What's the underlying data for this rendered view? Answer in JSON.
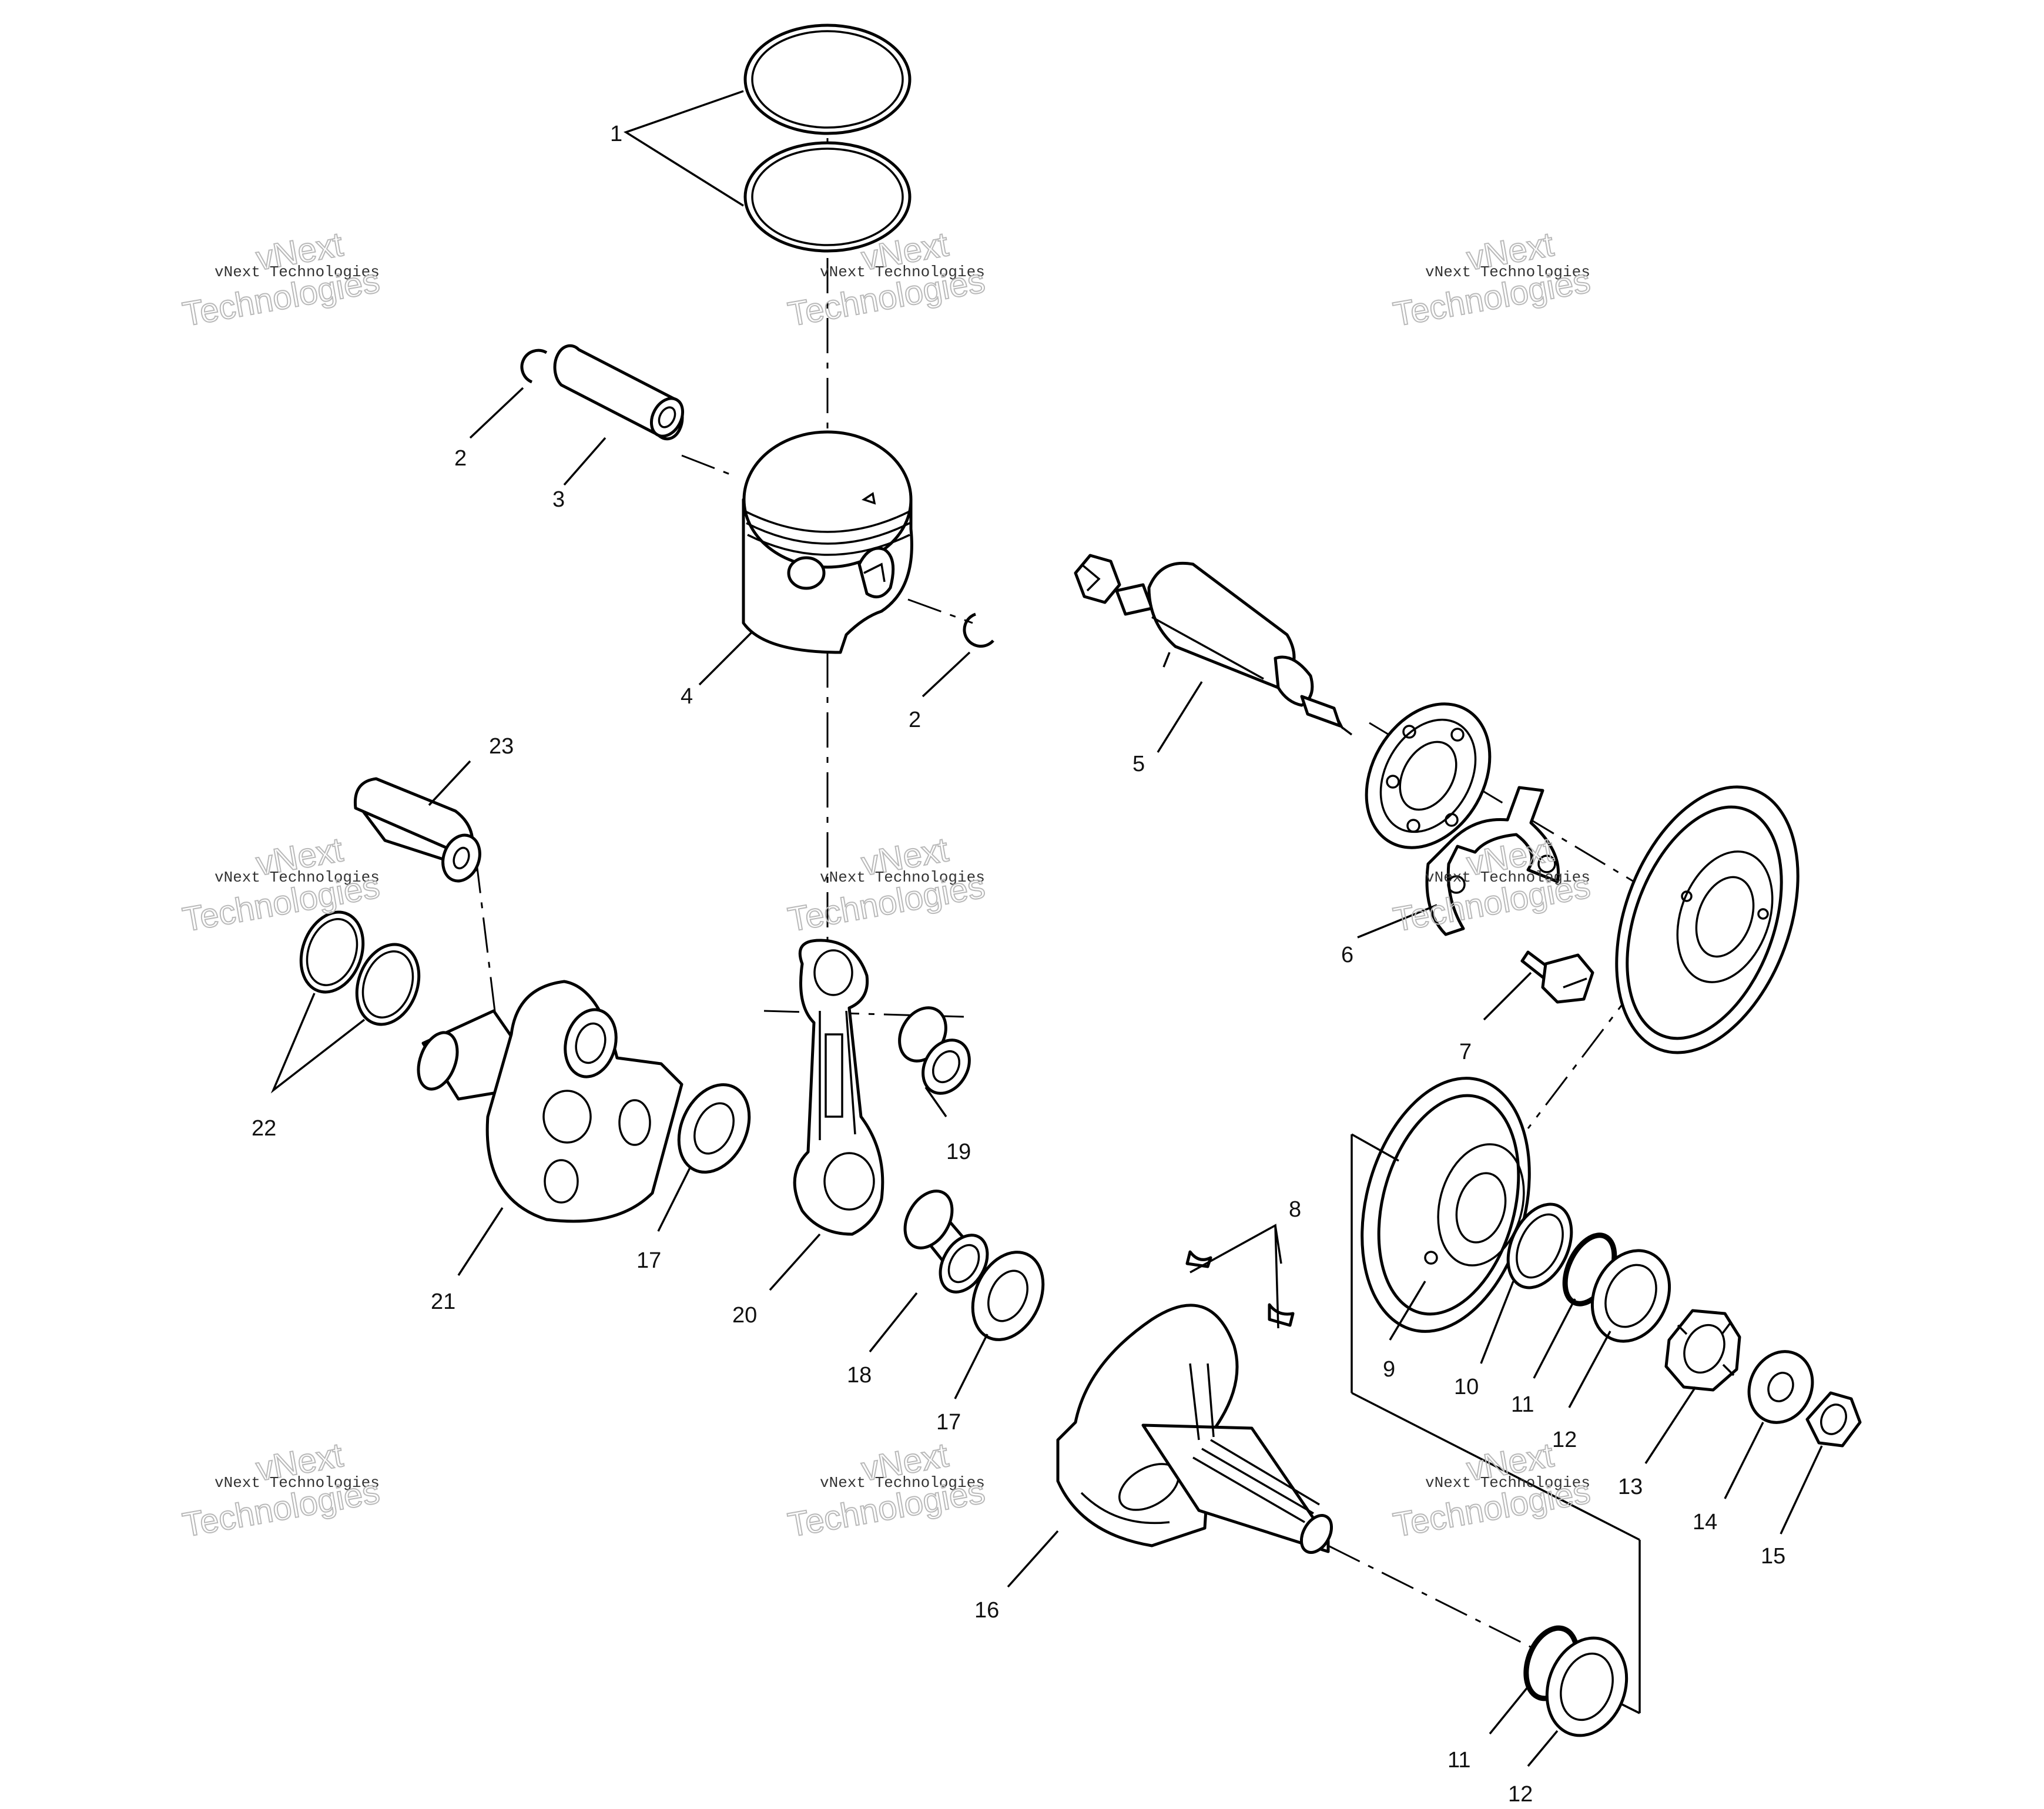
{
  "diagram": {
    "callouts": [
      "1",
      "2",
      "3",
      "4",
      "2",
      "5",
      "6",
      "7",
      "8",
      "9",
      "10",
      "11",
      "12",
      "13",
      "14",
      "15",
      "16",
      "17",
      "18",
      "19",
      "20",
      "21",
      "22",
      "23",
      "17",
      "11",
      "12"
    ]
  },
  "watermark": {
    "line1": "vNext Technologies",
    "line2": "vNext",
    "line3": "Technologies"
  }
}
